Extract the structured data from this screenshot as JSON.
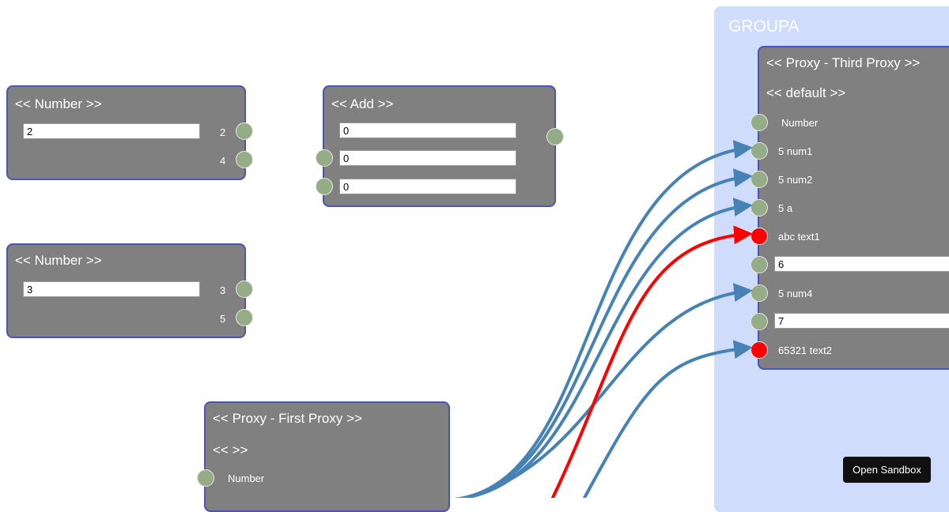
{
  "nodes": {
    "number1": {
      "title": "<< Number >>",
      "value": "2",
      "outputs": [
        "2",
        "4"
      ]
    },
    "add": {
      "title": "<< Add >>",
      "inputs": [
        "0",
        "0",
        "0"
      ]
    },
    "number2": {
      "title": "<< Number >>",
      "value": "3",
      "outputs": [
        "3",
        "5"
      ]
    },
    "first_proxy": {
      "title": "<< Proxy - First Proxy >>",
      "subtitle": "<< >>",
      "port_label": "Number"
    }
  },
  "group": {
    "title": "GROUPA",
    "third_proxy": {
      "title": "<< Proxy - Third Proxy >>",
      "subtitle": "<< default >>",
      "rows": [
        "Number",
        "5 num1",
        "5 num2",
        "5 a",
        "abc text1",
        "6",
        "5 num4",
        "7",
        "65321 text2"
      ]
    },
    "open_sandbox_label": "Open Sandbox"
  },
  "colors": {
    "edge": "#4682b4",
    "error_edge": "#ff0000",
    "port": "#95ad86",
    "group_bg": "#d0dcfc",
    "node_bg": "#808080"
  }
}
